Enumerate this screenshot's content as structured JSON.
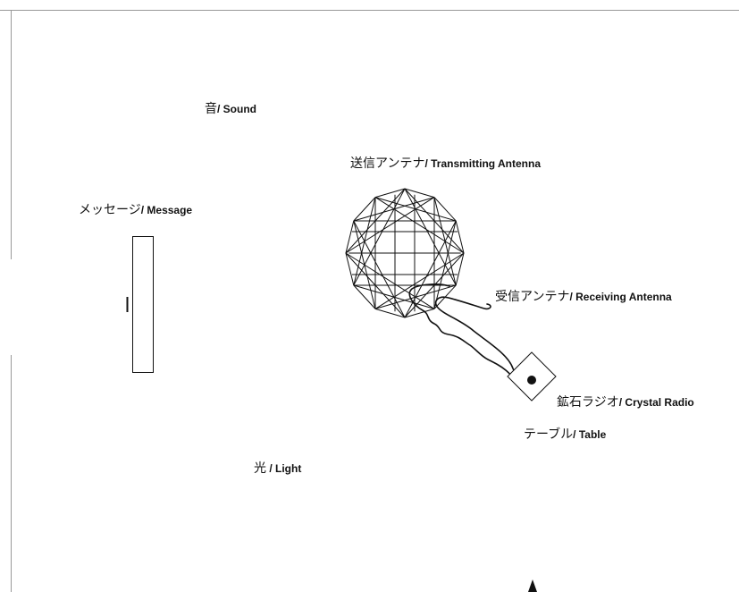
{
  "colors": {
    "ink": "#111111",
    "frame": "#999999",
    "background": "#ffffff"
  },
  "labels": {
    "sound": {
      "ja": "音",
      "en": "/ Sound"
    },
    "transmitting_antenna": {
      "ja": "送信アンテナ",
      "en": "/ Transmitting Antenna"
    },
    "message": {
      "ja": "メッセージ",
      "en": "/ Message"
    },
    "receiving_antenna": {
      "ja": "受信アンテナ",
      "en": "/ Receiving Antenna"
    },
    "crystal_radio": {
      "ja": "鉱石ラジオ",
      "en": "/ Crystal Radio"
    },
    "table": {
      "ja": "テーブル",
      "en": "/ Table"
    },
    "light": {
      "ja": "光",
      "en": " / Light"
    }
  }
}
